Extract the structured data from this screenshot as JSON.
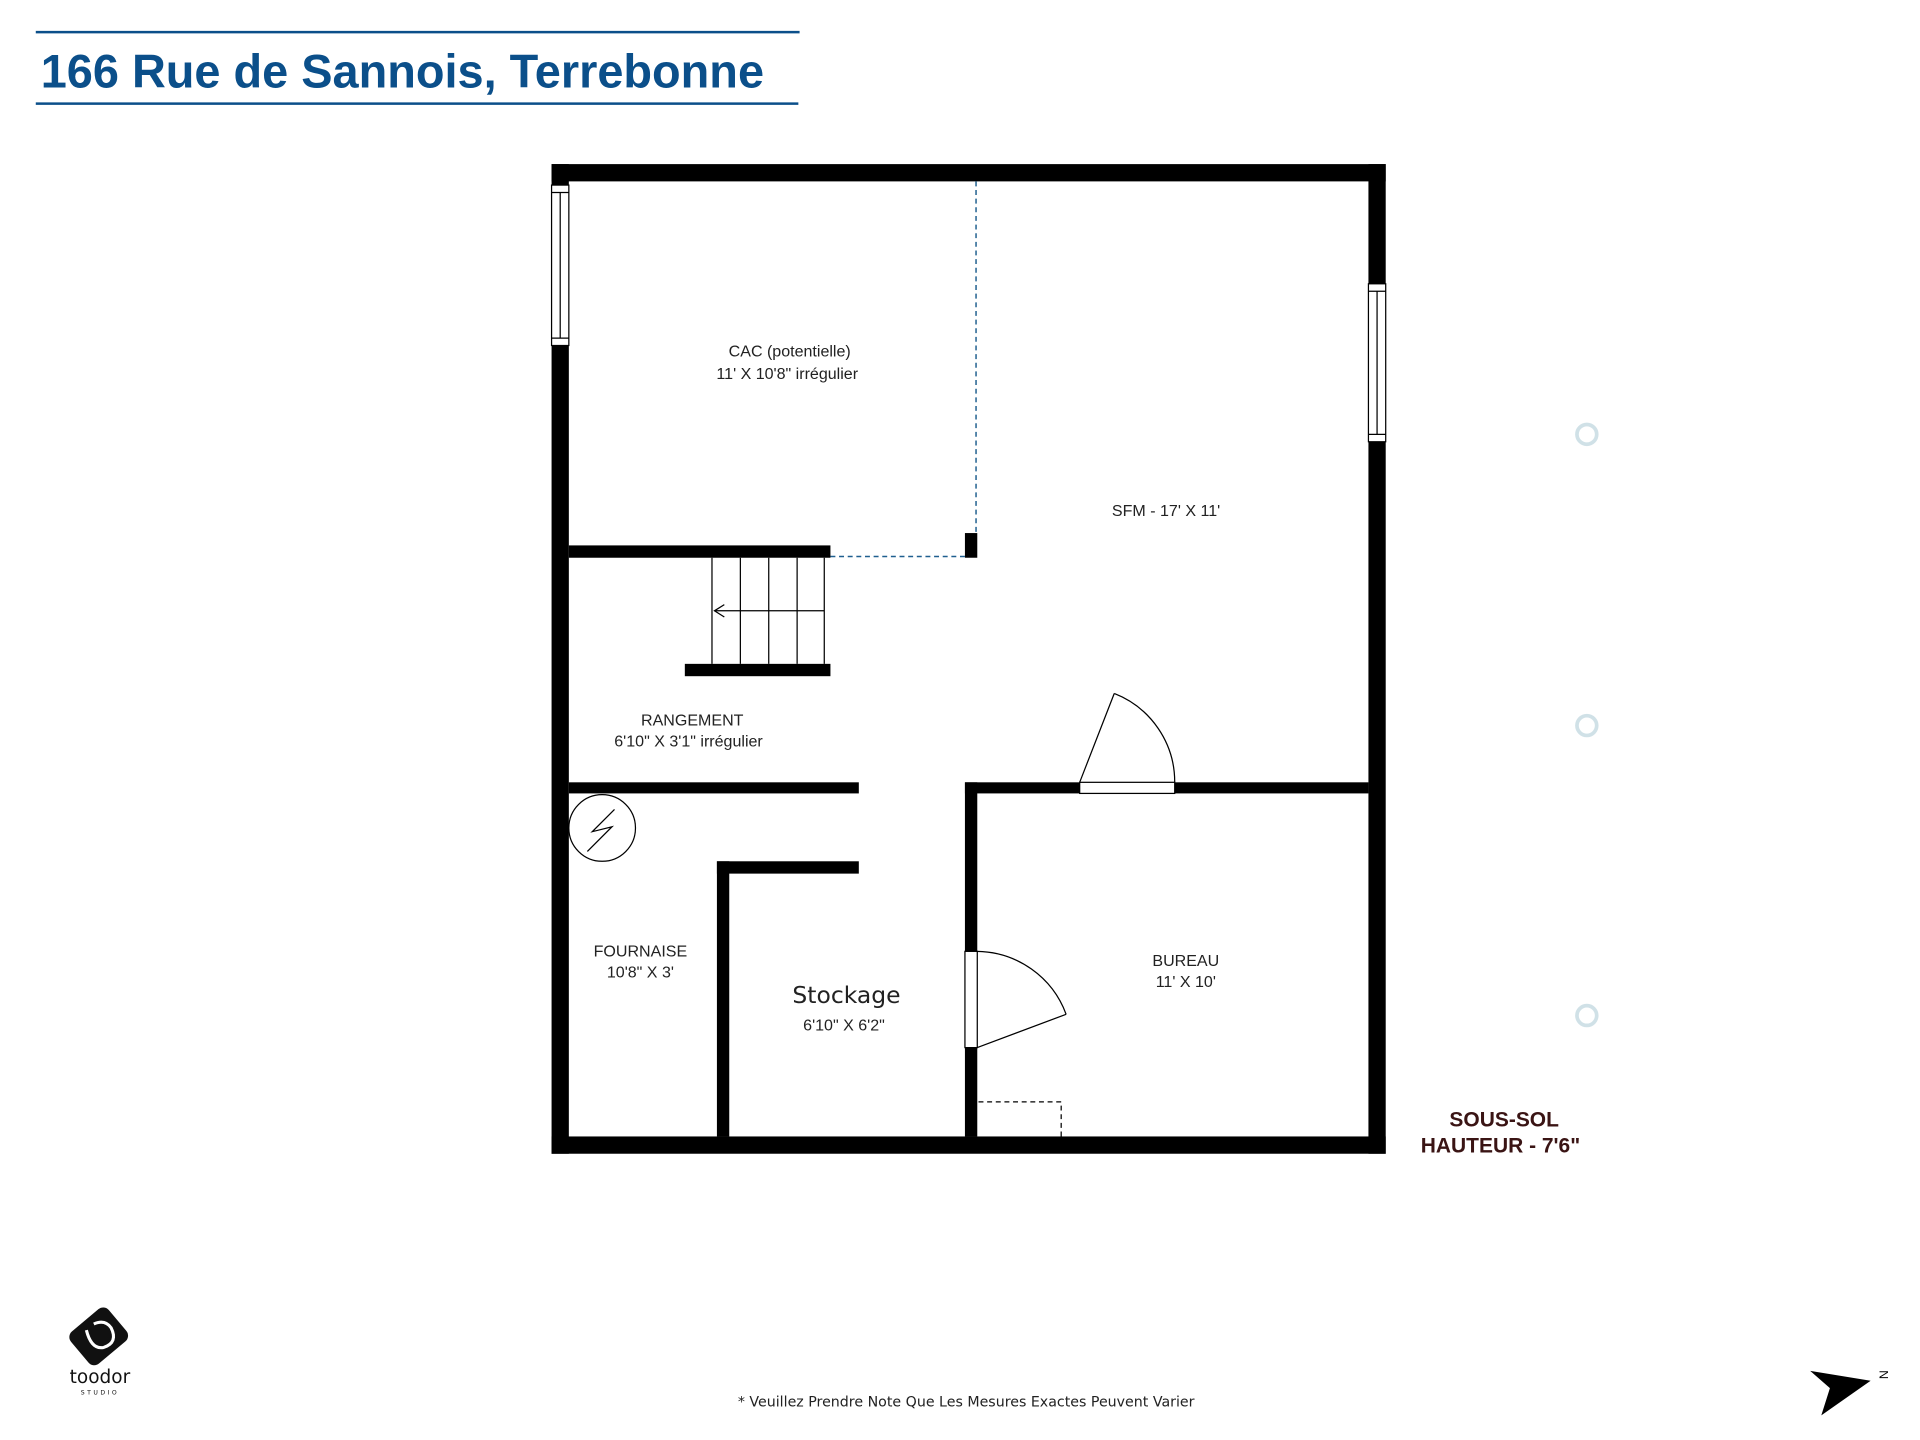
{
  "header": {
    "title": "166 Rue de Sannois, Terrebonne",
    "accent_color": "#0b4f8a"
  },
  "rooms": {
    "cac": {
      "name": "CAC (potentielle)",
      "dims": "11' X 10'8\" irrégulier"
    },
    "sfm": {
      "name": "SFM - 17' X 11'"
    },
    "rangement": {
      "name": "RANGEMENT",
      "dims": "6'10\" X 3'1\" irrégulier"
    },
    "fournaise": {
      "name": "FOURNAISE",
      "dims": "10'8\" X 3'"
    },
    "stockage": {
      "name": "Stockage",
      "dims": "6'10\" X 6'2\""
    },
    "bureau": {
      "name": "BUREAU",
      "dims": "11' X 10'"
    }
  },
  "level": {
    "name": "SOUS-SOL",
    "height": "HAUTEUR - 7'6\"",
    "color": "#3a1414"
  },
  "footer": {
    "note": "* Veuillez Prendre Note Que Les Mesures Exactes Peuvent Varier"
  },
  "logo": {
    "brand": "toodor",
    "sub": "STUDIO"
  },
  "compass": {
    "letter": "N"
  }
}
